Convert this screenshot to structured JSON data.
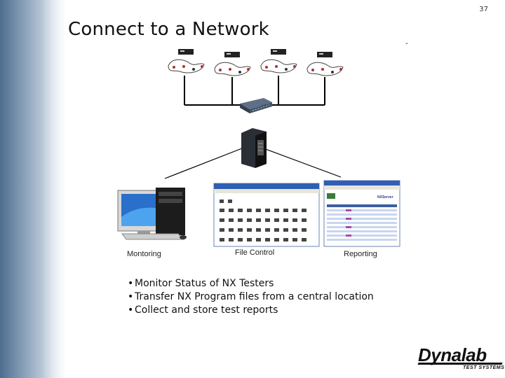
{
  "slide_number": "37",
  "title": "Connect to a Network",
  "dash": "-",
  "captions": {
    "monitoring": "Montoring",
    "file_control": "File Control",
    "reporting": "Reporting"
  },
  "bullets": [
    "Monitor Status of NX Testers",
    "Transfer NX Program files from a central location",
    "Collect and store test reports"
  ],
  "logo": {
    "name": "Dynalab",
    "tagline": "TEST SYSTEMS"
  },
  "window_labels": {
    "reporting_app": "NXServer"
  },
  "colors": {
    "sidebar_dark": "#4d6d8e",
    "line": "#000000"
  }
}
